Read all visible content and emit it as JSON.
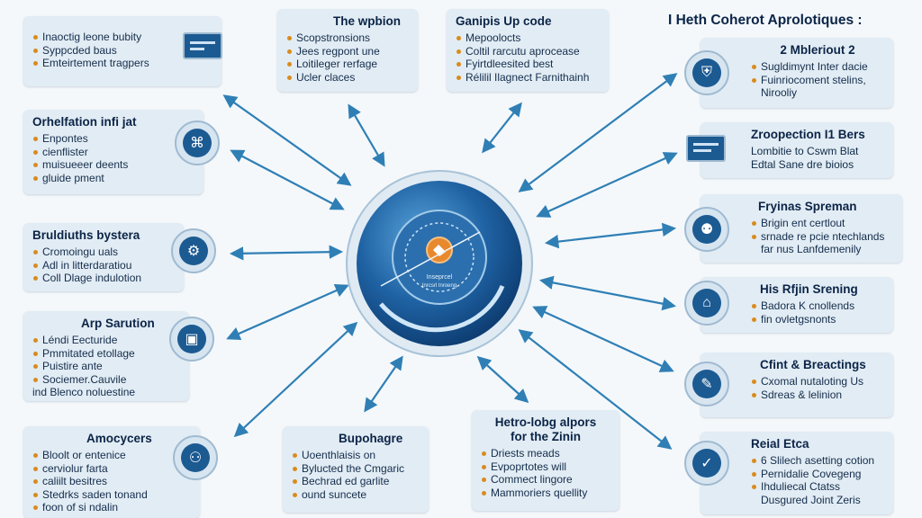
{
  "header": {
    "title": "I Heth Coherot Aprolotiques :"
  },
  "cards": {
    "l1": {
      "title": "",
      "items": [
        "Inaoctig leone bubity",
        "Syppcded baus",
        "Emteirtement tragpers"
      ]
    },
    "l2": {
      "title": "Orhelfation infi jat",
      "items": [
        "Enpontes",
        "cienflister",
        "muisueeer deents",
        "gluide pment"
      ]
    },
    "l3": {
      "title": "Bruldiuths bystera",
      "items": [
        "Cromoingu uals",
        "Adl in litterdaratiou",
        "Coll Dlage indulotion"
      ]
    },
    "l4": {
      "title": "Arp Sarution",
      "items": [
        "Léndi Eecturide",
        "Pmmitated etollage",
        "Puistire ante",
        "Sociemer.Cauvile"
      ],
      "extra": "ind Blenco noluestine"
    },
    "l5": {
      "title": "Amocycers",
      "items": [
        "Bloolt or entenice",
        "cerviolur farta",
        "caliilt besitres",
        "Stedrks saden tonand",
        "foon of si ndalin"
      ]
    },
    "t1": {
      "title": "The wpbion",
      "items": [
        "Scopstronsions",
        "Jees regpont une",
        "Loitileger rerfage",
        "Ucler claces"
      ]
    },
    "t2": {
      "title": "Ganipis Up code",
      "items": [
        "Mepoolocts",
        "Coltil rarcutu aprocease",
        "Fyirtdleesited best",
        "Rélilil Ilagnect Farnithainh"
      ]
    },
    "b1": {
      "title": "Bupohagre",
      "items": [
        "Uoenthlaisis on",
        "Bylucted the Cmgaric",
        "Bechrad ed garlite",
        "ound suncete"
      ]
    },
    "b2": {
      "title": "Hetro-lobg alpors",
      "subtitle": "for the Zinin",
      "items": [
        "Driests meads",
        "Evpoprtotes will",
        "Commect lingore",
        "Mammoriers quellity"
      ]
    },
    "r1": {
      "title": "2 Mbleriout 2",
      "items": [
        "Sugldimynt Inter dacie",
        "Fuinriocoment stelins,",
        "Nirooliy"
      ]
    },
    "r2": {
      "title": "Zroopection I1 Bers",
      "lines": [
        "Lombitie to Cswm Blat",
        "Edtal Sane dre bioios"
      ]
    },
    "r3": {
      "title": "Fryinas Spreman",
      "items": [
        "Brigin ent certlout",
        "srnade re pcie ntechlands",
        "far nus Lanfdemenily"
      ]
    },
    "r4": {
      "title": "His Rfjin Srening",
      "items": [
        "Badora K cnollends",
        "fin ovletgsnonts"
      ]
    },
    "r5": {
      "title": "Cfint & Breactings",
      "items": [
        "Cxomal nutaloting Us",
        "Sdreas & lelinion"
      ]
    },
    "r6": {
      "title": "Reial Etca",
      "items": [
        "6 Slilech asetting cotion",
        "Pernidalie Covegeng",
        "Ihduliecal Ctatss",
        "Dusgured Joint Zeris"
      ]
    }
  },
  "hub": {
    "label_top": "Inseprcel",
    "label_bottom": "Inrcsrl Inroeng"
  },
  "icons": {
    "l1": "laptop-icon",
    "l2": "network-icon",
    "l3": "gear-icon",
    "l4": "board-icon",
    "l5": "team-icon",
    "r1": "shield-icon",
    "r2": "document-icon",
    "r3": "users-icon",
    "r4": "building-icon",
    "r5": "workstation-icon",
    "r6": "check-shield-icon"
  },
  "colors": {
    "accent": "#1c5a92",
    "arrow": "#2f7fb5",
    "card_bg": "#e2ecf4",
    "bullet": "#d98b1c",
    "hub_core": "#e8892e"
  }
}
